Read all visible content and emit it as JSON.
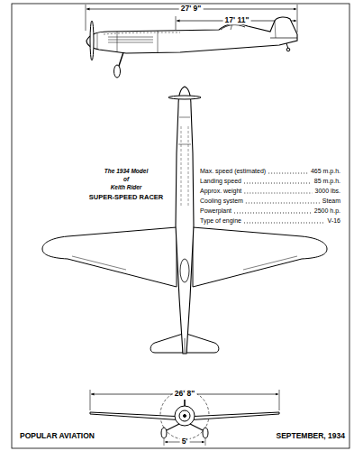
{
  "diagram": {
    "labels": [
      "27' 9\"",
      "17' 11\"",
      "The 1934 Model",
      "of",
      "Keith Rider",
      "SUPER-SPEED RACER",
      "Max. speed (estimated)",
      "465 m.p.h.",
      "Landing speed",
      "85 m.p.h.",
      "Approx. weight",
      "3000 lbs.",
      "Cooling system",
      "Steam",
      "Powerplant",
      "2500 h.p.",
      "Type of engine",
      "V-16",
      "26' 8\"",
      "5'",
      "POPULAR AVIATION",
      "SEPTEMBER, 1934"
    ]
  }
}
